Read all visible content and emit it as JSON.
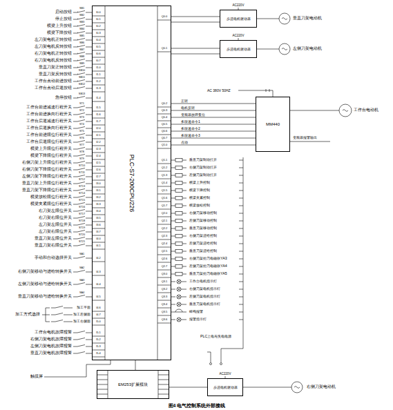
{
  "diagram": {
    "caption": "图4  电气控制系统外部接线",
    "nodes": [
      {
        "text": [
          "PLC-S7-200CPU226"
        ]
      },
      {
        "text": [
          "步进电机驱动器"
        ]
      },
      {
        "text": [
          "步进电机驱动器"
        ]
      },
      {
        "text": [
          "MM440"
        ]
      },
      {
        "text": [
          "EM253扩展模块"
        ]
      },
      {
        "text": [
          "步进电机驱动器"
        ]
      }
    ],
    "edges": [
      {
        "from": 0,
        "to": 1,
        "arrow": "none"
      },
      {
        "from": 0,
        "to": 2,
        "arrow": "none"
      },
      {
        "from": 0,
        "to": 3,
        "arrow": "none"
      },
      {
        "from": 0,
        "to": 4,
        "arrow": "none"
      },
      {
        "from": 4,
        "to": 5,
        "arrow": "none"
      }
    ],
    "labels": [
      "启动按钮",
      "停止按钮",
      "横梁上升按钮",
      "横梁下降按钮",
      "左刀架电机正转按钮",
      "左刀架电机反转按钮",
      "右刀架电机正转按钮",
      "右刀架电机反转按钮",
      "垂直刀架正转按钮",
      "垂直刀架反转按钮",
      "工作台点动前进按钮",
      "工作台点动后退按钮",
      "急停按钮",
      "工作台前进减速行程开关",
      "工作台前进换向行程开关",
      "工作台后退减速行程开关",
      "工作台后退换向行程开关",
      "工作台前进限位行程开关",
      "工作台后退限位行程开关",
      "横梁上升限位行程开关",
      "横梁下降限位行程开关",
      "右侧刀架上升限位行程开关",
      "右侧刀架下降限位行程开关",
      "左侧刀架下降限位行程开关",
      "垂直刀架上升限位行程开关",
      "垂直刀架下降限位行程开关",
      "横梁放松限位行程开关",
      "横梁夹紧限位行程开关",
      "右刀架左限位开关",
      "右刀架右限位开关",
      "左刀架左限位开关",
      "左刀架右限位开关",
      "垂直刀架左限位开关",
      "垂直刀架右限位开关",
      "手动和自动选择开关",
      "右侧刀架移动与进给转换开关",
      "左侧刀架移动与进给转换开关",
      "垂直刀架移动与进给转换开关",
      "加工方式选择",
      "加工平面",
      "加工左侧面",
      "加工右侧面",
      "工作台电机故障报警",
      "右侧刀架电机故障报警",
      "左侧刀架电机故障报警",
      "垂直刀架电机故障报警",
      "触摸屏",
      "SB1",
      "SB2",
      "SB3",
      "SB4",
      "SB5",
      "SB6",
      "SB7",
      "SB8",
      "SB9",
      "SB10",
      "SB11",
      "SB12",
      "SB13",
      "ST1",
      "ST2",
      "ST3",
      "ST4",
      "ST5",
      "ST6",
      "ST7",
      "ST8",
      "ST9",
      "ST10",
      "ST11",
      "ST12",
      "ST13",
      "ST14",
      "ST15",
      "ST16",
      "ST17",
      "ST18",
      "ST19",
      "ST20",
      "ST21",
      "SA1",
      "SA2",
      "SA3",
      "SA4",
      "I0.0",
      "I0.1",
      "I0.2",
      "I0.3",
      "I0.4",
      "I0.5",
      "I0.6",
      "I0.7",
      "I1.0",
      "I1.1",
      "I1.2",
      "I1.3",
      "I1.4",
      "I1.5",
      "I1.6",
      "I1.7",
      "I2.0",
      "I2.1",
      "I2.2",
      "I2.3",
      "I2.4",
      "I2.5",
      "I2.6",
      "I2.7",
      "I3.0",
      "I3.1",
      "I3.2",
      "I3.3",
      "I3.4",
      "I3.5",
      "I3.6",
      "I3.7",
      "I4.0",
      "I4.1",
      "I4.2",
      "I4.3",
      "I4.4",
      "I4.5",
      "I4.6",
      "I4.7",
      "I5.0",
      "I5.1",
      "I5.2",
      "I5.3",
      "I5.4",
      "AC220V",
      "垂直刀架电动机",
      "AC220V",
      "左侧刀架电动机",
      "AC 380V 50HZ",
      "正转",
      "电机反转",
      "变频器故障复位",
      "多段速命令1",
      "多段速命令2",
      "多段速命令3",
      "点动",
      "变频器报警输出",
      "工作台电动机",
      "垂直刀架制动打开",
      "右侧刀架制动打开",
      "左侧刀架制动打开",
      "横梁上升控制",
      "横梁下降控制",
      "横梁夹紧控制",
      "横梁放松控制",
      "右侧刀架移动控制",
      "左侧刀架移动控制",
      "垂直刀架移动控制",
      "右侧刀架进给控制",
      "左侧刀架进给控制",
      "垂直刀架进给控制",
      "右侧刀架抬刀电磁铁YA3",
      "左侧刀架抬刀电磁铁YA4",
      "垂直刀架抬刀电磁铁YA5",
      "工作台电机指示灯",
      "右侧刀架电机指示灯",
      "左侧刀架电机指示灯",
      "垂直刀架电机指示灯",
      "蜂鸣报警",
      "报警指示灯",
      "PLC上电与失电电源",
      "AC220V",
      "右侧刀架电动机",
      "Q0.0",
      "Q0.1",
      "Q0.2",
      "Q0.3",
      "Q0.4",
      "Q0.5",
      "Q0.6",
      "Q0.7",
      "Q1.0",
      "Q1.1",
      "Q1.2",
      "Q1.3",
      "Q1.4",
      "Q1.5",
      "Q1.6",
      "Q1.7",
      "Q2.0",
      "Q2.1",
      "Q2.2",
      "Q2.3",
      "Q2.4",
      "Q2.5",
      "Q2.6",
      "Q2.7",
      "Q3.0",
      "Q3.1",
      "Q3.2",
      "Q3.3",
      "Q3.4",
      "Q3.5",
      "Q3.6"
    ]
  }
}
